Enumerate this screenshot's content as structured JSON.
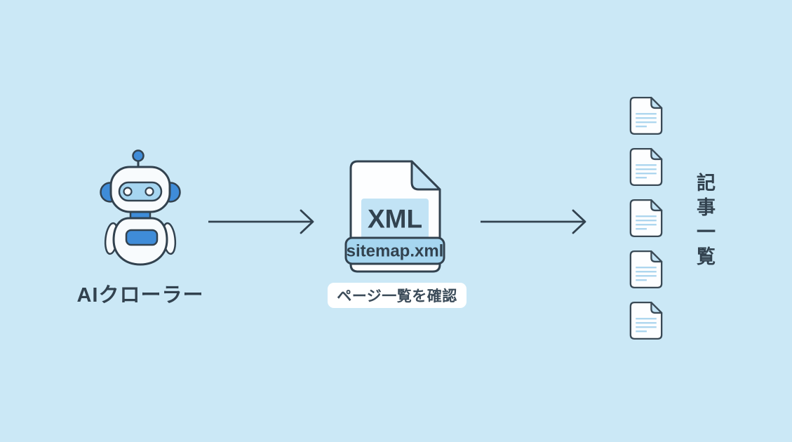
{
  "title": "AI crawler reads sitemap.xml to find article pages",
  "colors": {
    "bg": "#cbe8f6",
    "outline": "#32424f",
    "accent": "#3f8cd8",
    "lightblue": "#a6d6f0",
    "paleblue": "#c2e3f5",
    "docline": "#a9d4ee",
    "white": "#ffffff"
  },
  "crawler": {
    "label": "AIクローラー"
  },
  "sitemap_file": {
    "file_type": "XML",
    "file_name": "sitemap.xml",
    "caption": "ページ一覧を確認"
  },
  "articles": {
    "label": "記事一覧",
    "document_count": 5
  }
}
